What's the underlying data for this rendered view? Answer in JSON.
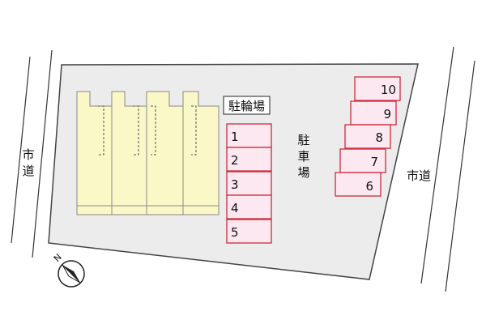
{
  "colors": {
    "lot_fill": "#ececec",
    "lot_stroke": "#444444",
    "building_fill": "#fbf8c8",
    "building_stroke": "#888888",
    "space_fill": "#fce8f0",
    "space_stroke": "#cc2b3e",
    "road_line": "#333333"
  },
  "roads": {
    "left_label": "市道",
    "right_label": "市道"
  },
  "bicycle_parking": {
    "label": "駐輪場"
  },
  "parking": {
    "label": "駐車場",
    "label_chars": [
      "駐",
      "車",
      "場"
    ],
    "left_row": [
      "1",
      "2",
      "3",
      "4",
      "5"
    ],
    "right_row": [
      "10",
      "9",
      "8",
      "7",
      "6"
    ]
  },
  "building": {
    "unit_count": 4
  },
  "compass": {
    "icon": "north-arrow-icon",
    "label": "N"
  }
}
